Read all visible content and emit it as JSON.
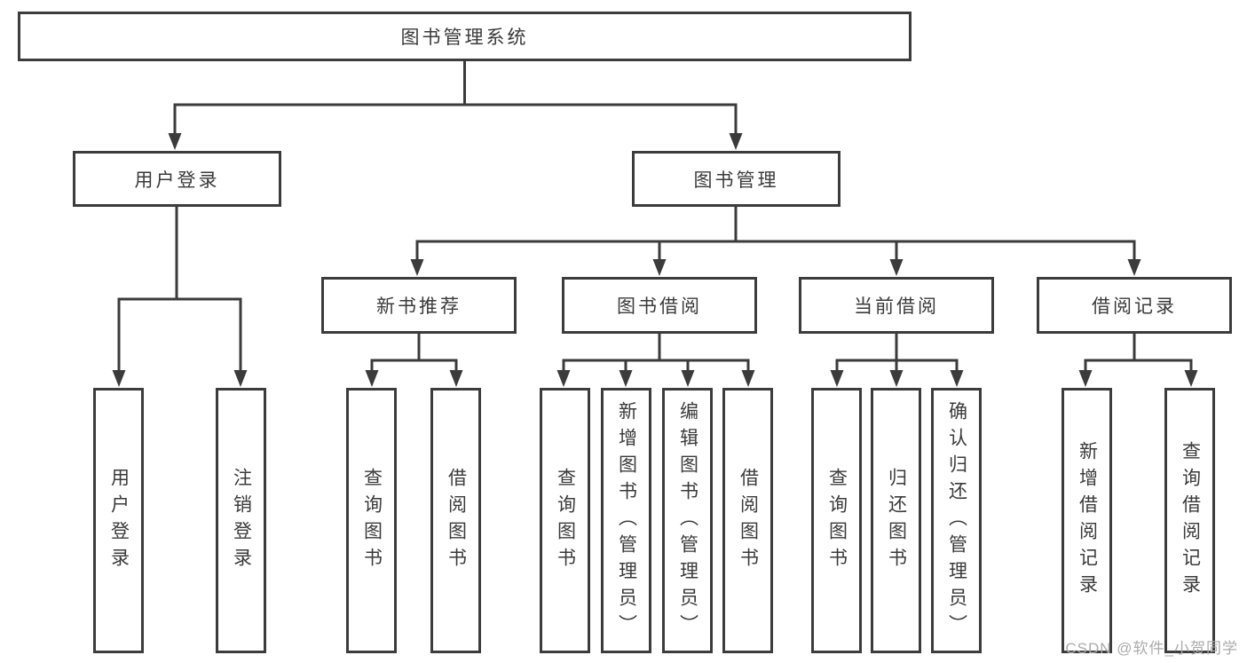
{
  "tree": {
    "root": {
      "label": "图书管理系统"
    },
    "children": [
      {
        "label": "用户登录",
        "children": [
          {
            "label": "用户登录"
          },
          {
            "label": "注销登录"
          }
        ]
      },
      {
        "label": "图书管理",
        "children": [
          {
            "label": "新书推荐",
            "children": [
              {
                "label": "查询图书"
              },
              {
                "label": "借阅图书"
              }
            ]
          },
          {
            "label": "图书借阅",
            "children": [
              {
                "label": "查询图书"
              },
              {
                "label": "新增图书（管理员）"
              },
              {
                "label": "编辑图书（管理员）"
              },
              {
                "label": "借阅图书"
              }
            ]
          },
          {
            "label": "当前借阅",
            "children": [
              {
                "label": "查询图书"
              },
              {
                "label": "归还图书"
              },
              {
                "label": "确认归还（管理员）"
              }
            ]
          },
          {
            "label": "借阅记录",
            "children": [
              {
                "label": "新增借阅记录"
              },
              {
                "label": "查询借阅记录"
              }
            ]
          }
        ]
      }
    ]
  },
  "watermark": "CSDN @软件_小贺同学",
  "colors": {
    "line": "#3b3b3b",
    "box_border": "#3c3c3c",
    "text": "#3a3a3a",
    "watermark": "#ababab",
    "background": "#ffffff"
  }
}
